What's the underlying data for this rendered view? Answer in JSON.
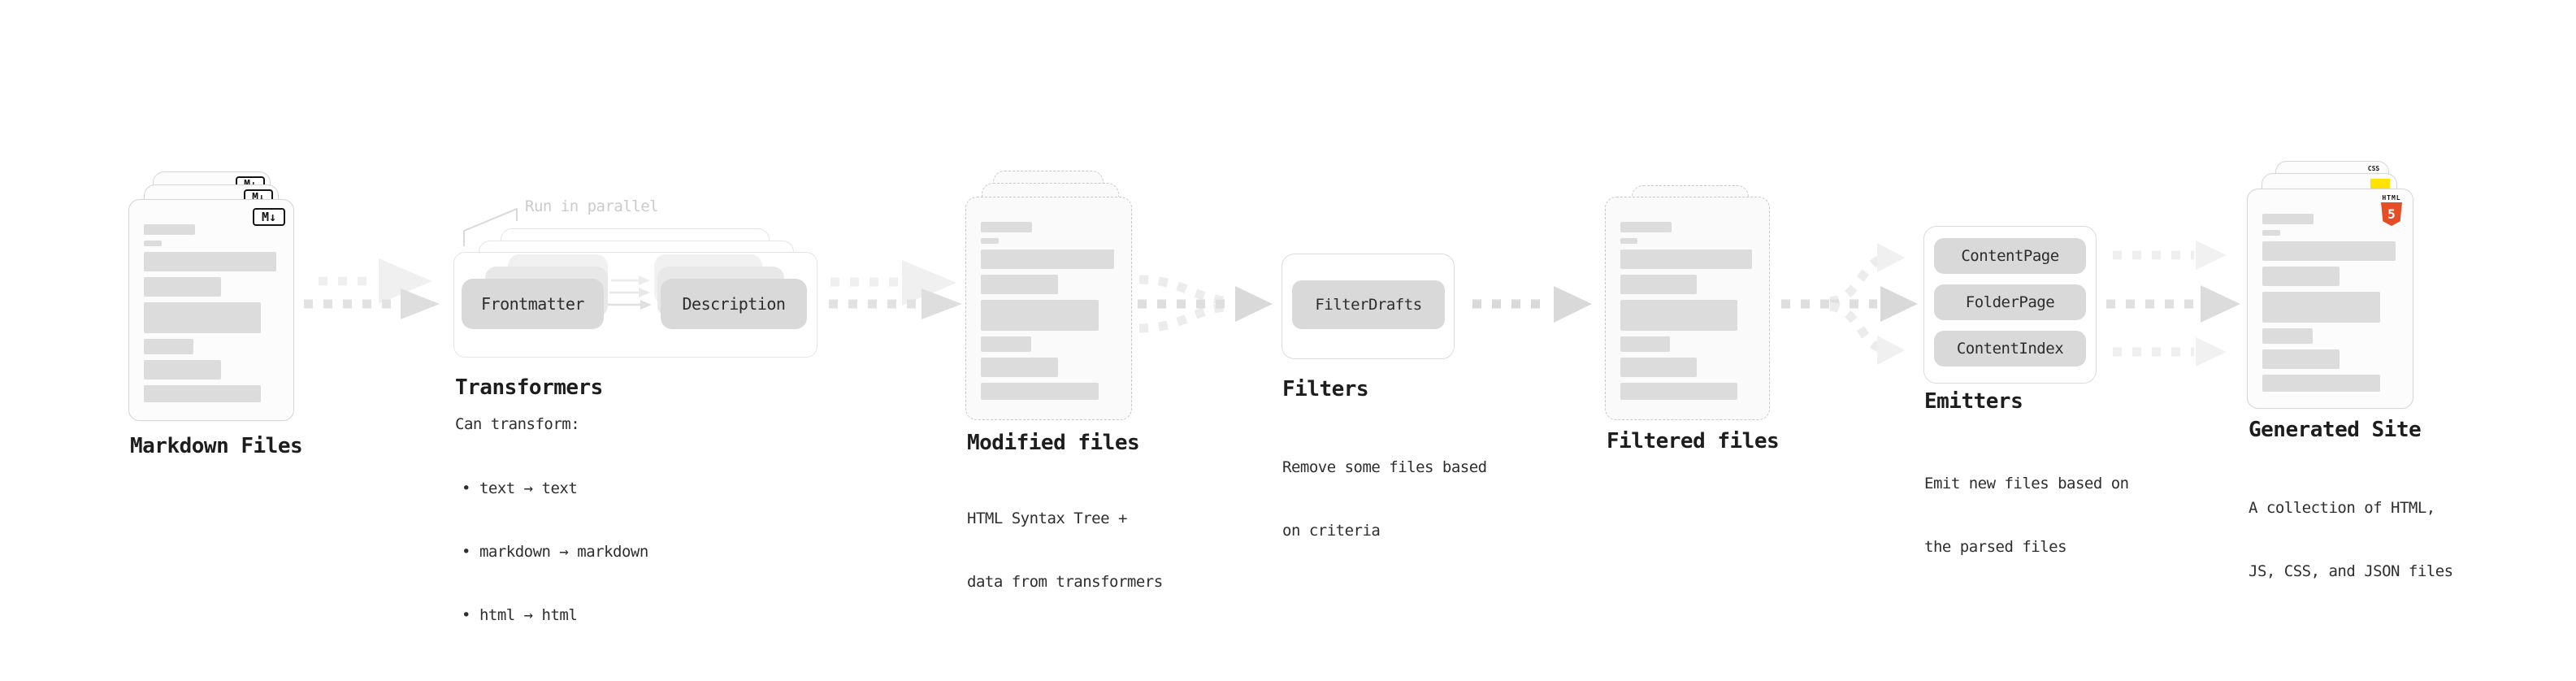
{
  "colors": {
    "html5_orange": "#e44d26",
    "js_yellow": "#ffe200",
    "css_blue": "#2f6bea",
    "pill_gray": "#d9d9d9",
    "text_dark": "#1d1d1d",
    "muted_note": "#cbcbcb"
  },
  "diagram": {
    "markdown": {
      "label": "Markdown Files",
      "badge": "M↓"
    },
    "transformers": {
      "label": "Transformers",
      "note": "Run in parallel",
      "pill_frontmatter": "Frontmatter",
      "pill_description": "Description",
      "sub_heading": "Can transform:",
      "bullet_char": "•",
      "bullets": [
        "text → text",
        "markdown → markdown",
        "html → html"
      ]
    },
    "modified": {
      "label": "Modified files",
      "desc1": "HTML Syntax Tree +",
      "desc2": "data from transformers"
    },
    "filters": {
      "label": "Filters",
      "pill": "FilterDrafts",
      "desc1": "Remove some files based",
      "desc2": "on criteria"
    },
    "filtered": {
      "label": "Filtered files"
    },
    "emitters": {
      "label": "Emitters",
      "pills": [
        "ContentPage",
        "FolderPage",
        "ContentIndex"
      ],
      "desc1": "Emit new files based on",
      "desc2": "the parsed files"
    },
    "site": {
      "label": "Generated Site",
      "desc1": "A collection of HTML,",
      "desc2": "JS, CSS, and JSON files",
      "badge_css": "CSS",
      "badge_html_word": "HTML",
      "badge_html_num": "5"
    }
  }
}
